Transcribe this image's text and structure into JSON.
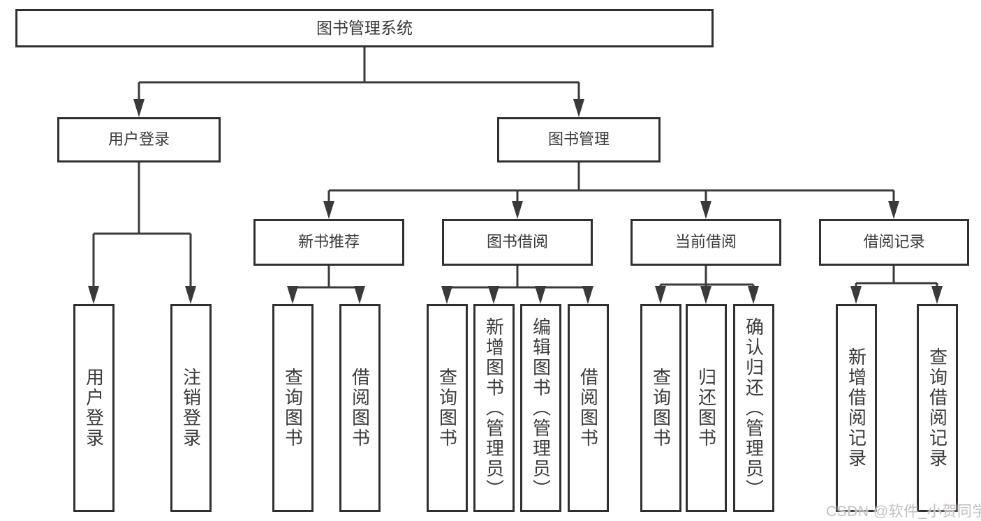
{
  "tree": {
    "root": "图书管理系统",
    "branches": [
      {
        "label": "用户登录",
        "children": [
          "用户登录",
          "注销登录"
        ]
      },
      {
        "label": "图书管理",
        "groups": [
          {
            "label": "新书推荐",
            "children": [
              "查询图书",
              "借阅图书"
            ]
          },
          {
            "label": "图书借阅",
            "children": [
              "查询图书",
              "新增图书（管理员）",
              "编辑图书（管理员）",
              "借阅图书"
            ]
          },
          {
            "label": "当前借阅",
            "children": [
              "查询图书",
              "归还图书",
              "确认归还（管理员）"
            ]
          },
          {
            "label": "借阅记录",
            "children": [
              "新增借阅记录",
              "查询借阅记录"
            ]
          }
        ]
      }
    ]
  },
  "watermark": "CSDN @软件_小贺同学",
  "colors": {
    "line": "#3a3a3a",
    "box_border": "#303030",
    "text": "#3b3b3b",
    "watermark": "#c6c0c0",
    "background": "#ffffff"
  }
}
